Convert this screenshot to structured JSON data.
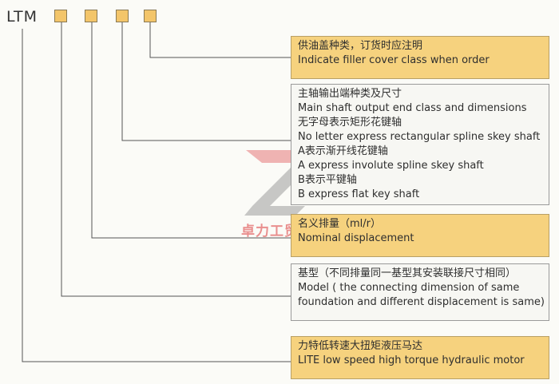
{
  "code": "LTM",
  "watermark_text": "卓力工贸",
  "boxes": [
    {
      "lines": [
        "供油盖种类，订货时应注明",
        "Indicate filler cover class when order"
      ]
    },
    {
      "lines": [
        "主轴输出端种类及尺寸",
        "Main shaft output end class and dimensions",
        "无字母表示矩形花键轴",
        "No letter express rectangular spline skey shaft",
        "A表示渐开线花键轴",
        "A express involute spline skey shaft",
        "B表示平键轴",
        "B express flat key shaft"
      ]
    },
    {
      "lines": [
        "名义排量（ml/r）",
        "Nominal displacement"
      ]
    },
    {
      "lines": [
        "基型（不同排量同一基型其安装联接尺寸相同）",
        "Model ( the connecting dimension of same",
        "foundation and different displacement is same)"
      ]
    },
    {
      "lines": [
        "力特低转速大扭矩液压马达",
        "LITE low speed high torque hydraulic motor"
      ]
    }
  ],
  "colors": {
    "slot_fill": "#f3c56a",
    "box_yellow": "#f6d27e",
    "box_white": "#f7f7f3",
    "connector": "#555555"
  }
}
